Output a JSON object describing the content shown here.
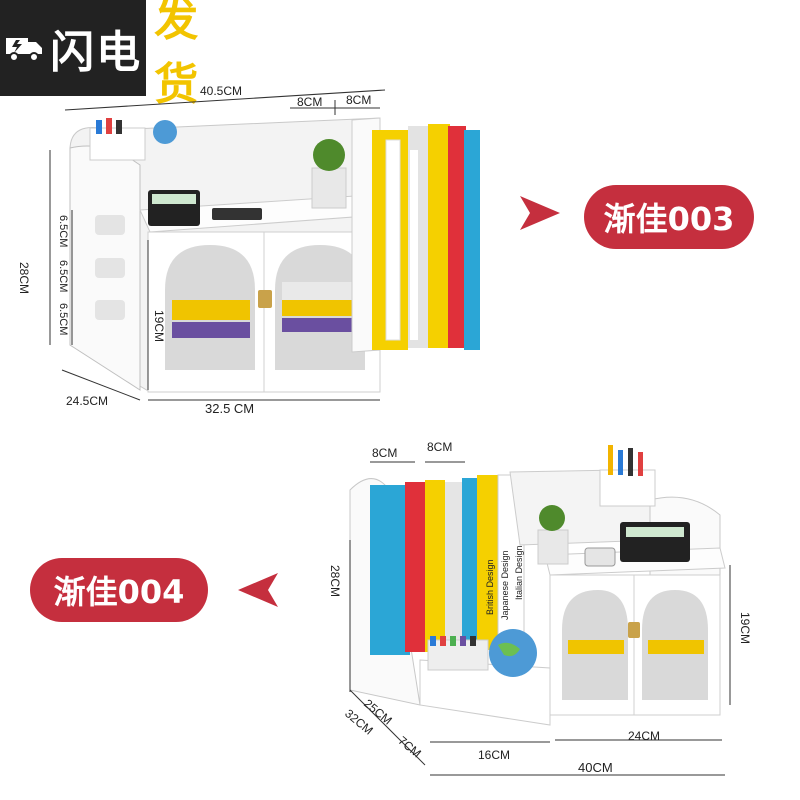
{
  "badge": {
    "left_text": "闪电",
    "right_text": "发货",
    "icon": "truck-icon"
  },
  "product_003": {
    "label": "渐佳003",
    "dims": {
      "top_width": "40.5CM",
      "slot1": "8CM",
      "slot2": "8CM",
      "height": "28CM",
      "shelf1": "6.5CM",
      "shelf2": "6.5CM",
      "shelf3": "6.5CM",
      "cabinet_height": "19CM",
      "depth": "24.5CM",
      "cabinet_width": "32.5 CM"
    }
  },
  "product_004": {
    "label": "渐佳004",
    "dims": {
      "slot1": "8CM",
      "slot2": "8CM",
      "height": "28CM",
      "cabinet_height": "19CM",
      "depth1": "25CM",
      "depth2": "32CM",
      "depth3": "7CM",
      "left_width": "16CM",
      "right_width": "24CM",
      "total_width": "40CM"
    }
  },
  "book_titles": [
    "British Design",
    "Japanese Design",
    "Italian Design"
  ],
  "colors": {
    "accent": "#c52f3e",
    "badge_yellow": "#f2c400",
    "binder_yellow": "#f5d000",
    "binder_red": "#e0303a",
    "binder_blue": "#2ba6d6"
  }
}
